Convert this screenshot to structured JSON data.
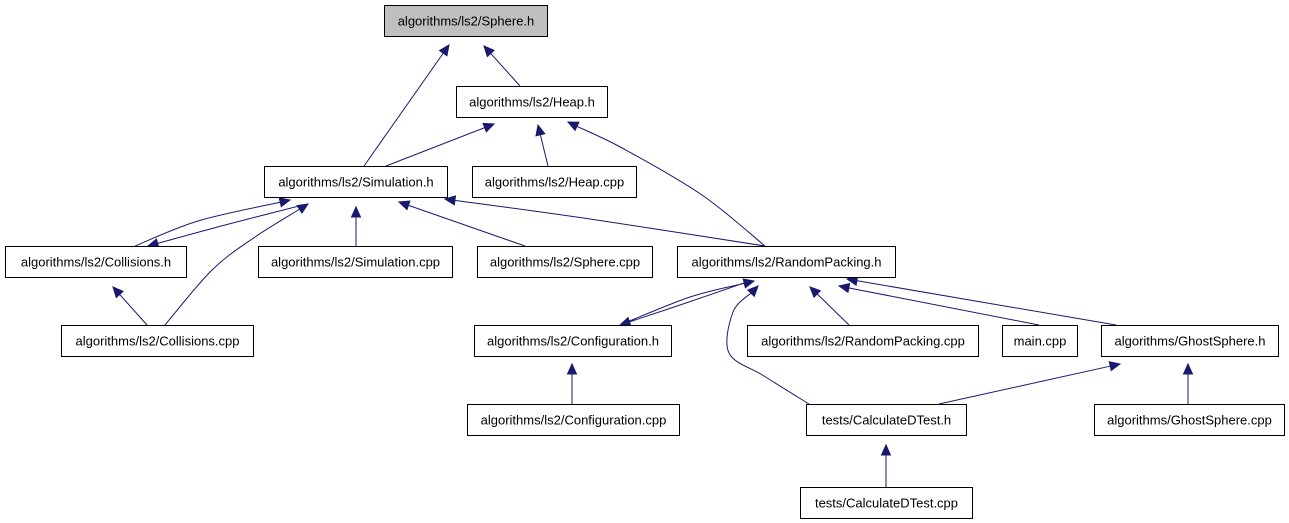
{
  "colors": {
    "edge": "#191970",
    "root_fill": "#bfbfbf",
    "node_fill": "#ffffff",
    "node_border": "#000000"
  },
  "nodes": [
    {
      "id": "sphere_h",
      "label": "algorithms/ls2/Sphere.h",
      "root": true
    },
    {
      "id": "heap_h",
      "label": "algorithms/ls2/Heap.h"
    },
    {
      "id": "simulation_h",
      "label": "algorithms/ls2/Simulation.h"
    },
    {
      "id": "heap_cpp",
      "label": "algorithms/ls2/Heap.cpp"
    },
    {
      "id": "collisions_h",
      "label": "algorithms/ls2/Collisions.h"
    },
    {
      "id": "simulation_cpp",
      "label": "algorithms/ls2/Simulation.cpp"
    },
    {
      "id": "sphere_cpp",
      "label": "algorithms/ls2/Sphere.cpp"
    },
    {
      "id": "randompacking_h",
      "label": "algorithms/ls2/RandomPacking.h"
    },
    {
      "id": "collisions_cpp",
      "label": "algorithms/ls2/Collisions.cpp"
    },
    {
      "id": "configuration_h",
      "label": "algorithms/ls2/Configuration.h"
    },
    {
      "id": "randompacking_cpp",
      "label": "algorithms/ls2/RandomPacking.cpp"
    },
    {
      "id": "main_cpp",
      "label": "main.cpp"
    },
    {
      "id": "ghostsphere_h",
      "label": "algorithms/GhostSphere.h"
    },
    {
      "id": "configuration_cpp",
      "label": "algorithms/ls2/Configuration.cpp"
    },
    {
      "id": "calculatedtest_h",
      "label": "tests/CalculateDTest.h"
    },
    {
      "id": "ghostsphere_cpp",
      "label": "algorithms/GhostSphere.cpp"
    },
    {
      "id": "calculatedtest_cpp",
      "label": "tests/CalculateDTest.cpp"
    }
  ],
  "edges": [
    {
      "from": "heap_h",
      "to": "sphere_h"
    },
    {
      "from": "simulation_h",
      "to": "sphere_h"
    },
    {
      "from": "simulation_h",
      "to": "heap_h"
    },
    {
      "from": "heap_cpp",
      "to": "heap_h"
    },
    {
      "from": "randompacking_h",
      "to": "heap_h"
    },
    {
      "from": "collisions_h",
      "to": "simulation_h"
    },
    {
      "from": "simulation_h",
      "to": "collisions_h"
    },
    {
      "from": "collisions_cpp",
      "to": "simulation_h"
    },
    {
      "from": "simulation_cpp",
      "to": "simulation_h"
    },
    {
      "from": "sphere_cpp",
      "to": "simulation_h"
    },
    {
      "from": "randompacking_h",
      "to": "simulation_h"
    },
    {
      "from": "collisions_cpp",
      "to": "collisions_h"
    },
    {
      "from": "configuration_h",
      "to": "randompacking_h"
    },
    {
      "from": "randompacking_h",
      "to": "configuration_h"
    },
    {
      "from": "calculatedtest_h",
      "to": "randompacking_h"
    },
    {
      "from": "randompacking_cpp",
      "to": "randompacking_h"
    },
    {
      "from": "main_cpp",
      "to": "randompacking_h"
    },
    {
      "from": "ghostsphere_h",
      "to": "randompacking_h"
    },
    {
      "from": "configuration_cpp",
      "to": "configuration_h"
    },
    {
      "from": "calculatedtest_h",
      "to": "ghostsphere_h"
    },
    {
      "from": "ghostsphere_cpp",
      "to": "ghostsphere_h"
    },
    {
      "from": "calculatedtest_cpp",
      "to": "calculatedtest_h"
    }
  ]
}
